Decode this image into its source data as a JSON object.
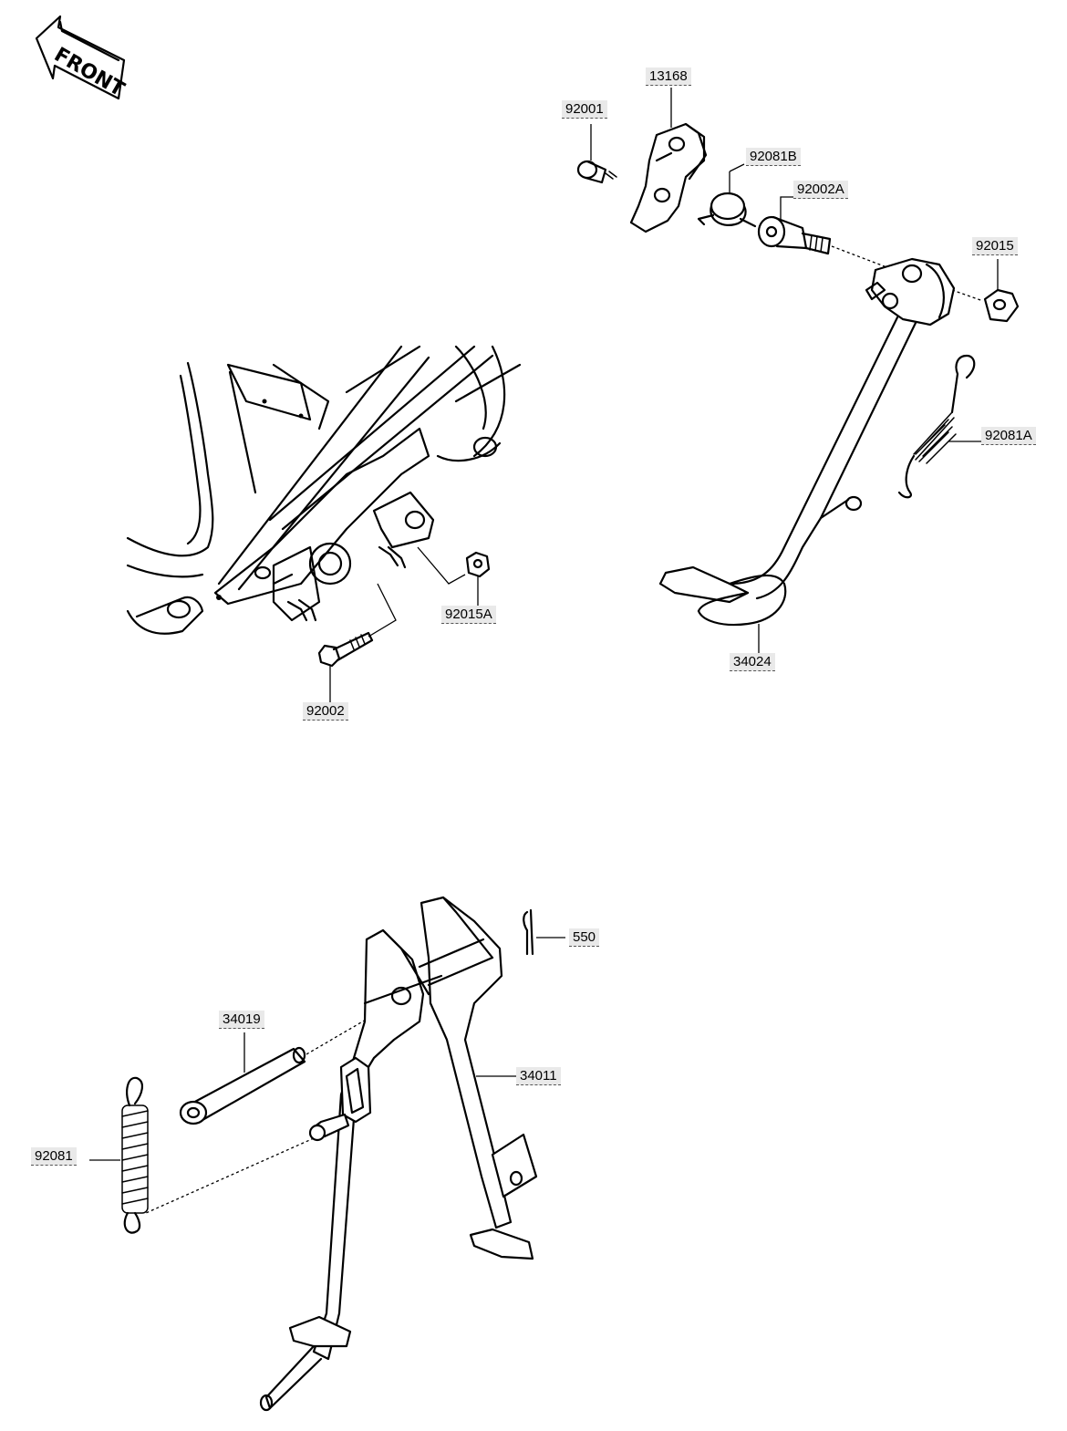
{
  "front_arrow": {
    "text": "FRONT"
  },
  "labels": {
    "p13168": "13168",
    "p92001": "92001",
    "p92081B": "92081B",
    "p92002A": "92002A",
    "p92015": "92015",
    "p92081A": "92081A",
    "p34024": "34024",
    "p92015A": "92015A",
    "p92002": "92002",
    "p550": "550",
    "p34019": "34019",
    "p34011": "34011",
    "p92081": "92081"
  }
}
